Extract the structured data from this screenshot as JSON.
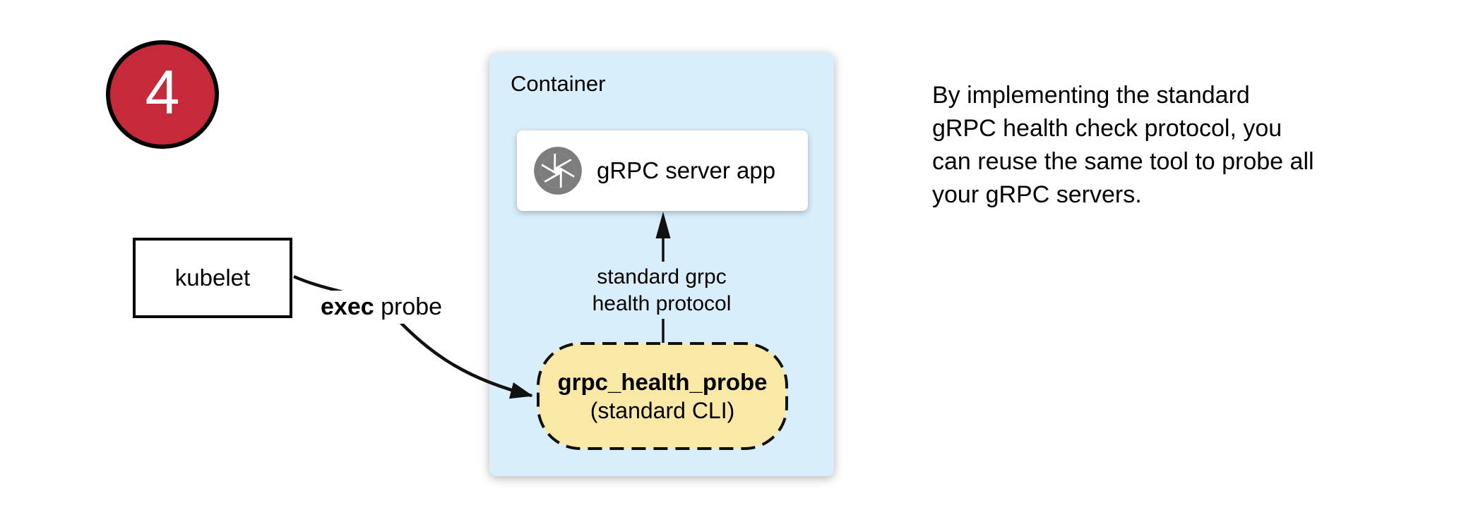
{
  "step_badge": {
    "number": "4",
    "fill": "#c5293a"
  },
  "container": {
    "label": "Container",
    "fill": "#d9eefb"
  },
  "server_box": {
    "label": "gRPC server app",
    "icon": "aperture-icon",
    "icon_color": "#7d7d7d"
  },
  "protocol_arrow": {
    "line1": "standard grpc",
    "line2": "health protocol"
  },
  "probe_box": {
    "title": "grpc_health_probe",
    "subtitle": "(standard CLI)",
    "fill": "#fae8a6"
  },
  "kubelet_box": {
    "label": "kubelet"
  },
  "exec_probe_label": {
    "bold": "exec",
    "rest": "probe"
  },
  "note": {
    "lines": [
      "By implementing the standard",
      "gRPC health check protocol, you",
      "can reuse the same tool to probe all",
      "your gRPC servers."
    ]
  }
}
